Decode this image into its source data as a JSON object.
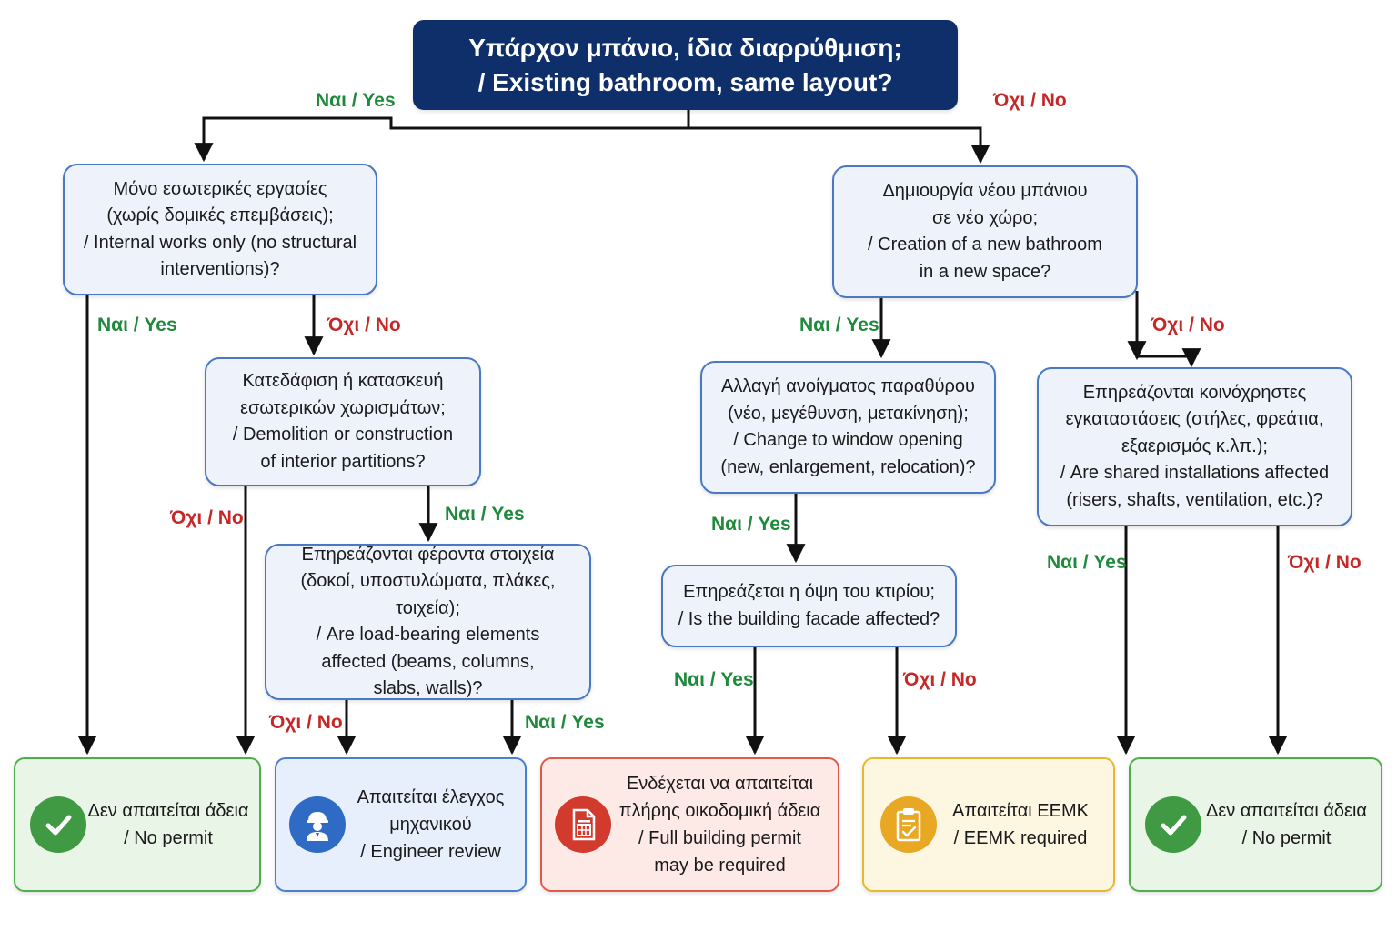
{
  "colors": {
    "top_box": "#0f2f6b",
    "question_border": "#4a78c2",
    "question_fill": "#eef3fb",
    "yes_label": "#1f8a3b",
    "no_label": "#c62828",
    "outcome_green": "#4fae4c",
    "outcome_blue": "#4a7fd0",
    "outcome_red": "#e05a4c",
    "outcome_yellow": "#e9b730"
  },
  "top_question": "Υπάρχον μπάνιο, ίδια διαρρύθμιση;\n/ Existing bathroom, same layout?",
  "questions": {
    "internal_works": "Μόνο εσωτερικές εργασίες\n(χωρίς δομικές επεμβάσεις);\n/ Internal works only (no structural\ninterventions)?",
    "partitions": "Κατεδάφιση ή κατασκευή\nεσωτερικών χωρισμάτων;\n/ Demolition or construction\nof interior partitions?",
    "load_bearing": "Επηρεάζονται φέροντα στοιχεία\n(δοκοί, υποστυλώματα, πλάκες, τοιχεία);\n/ Are load-bearing elements\naffected (beams, columns,\nslabs, walls)?",
    "new_bathroom": "Δημιουργία νέου μπάνιου\nσε νέο χώρο;\n/ Creation of a new bathroom\nin a new space?",
    "window": "Αλλαγή ανοίγματος παραθύρου\n(νέο, μεγέθυνση, μετακίνηση);\n/ Change to window opening\n(new, enlargement, relocation)?",
    "facade": "Επηρεάζεται η όψη του κτιρίου;\n/ Is the building facade affected?",
    "shared": "Επηρεάζονται κοινόχρηστες\nεγκαταστάσεις (στήλες, φρεάτια,\nεξαερισμός κ.λπ.);\n/ Are shared installations affected\n(risers, shafts, ventilation, etc.)?"
  },
  "labels": {
    "yes": "Ναι / Yes",
    "no": "Όχι / No"
  },
  "outcomes": [
    {
      "text": "Δεν απαιτείται άδεια\n/ No permit",
      "icon": "check-icon",
      "color": "green"
    },
    {
      "text": "Απαιτείται έλεγχος\nμηχανικού\n/ Engineer review",
      "icon": "engineer-icon",
      "color": "blue"
    },
    {
      "text": "Ενδέχεται να απαιτείται\nπλήρης οικοδομική άδεια\n/ Full building permit\nmay be required",
      "icon": "document-icon",
      "color": "red"
    },
    {
      "text": "Απαιτείται ΕΕΜΚ\n/ ΕΕΜΚ required",
      "icon": "clipboard-icon",
      "color": "yellow"
    },
    {
      "text": "Δεν απαιτείται άδεια\n/ No permit",
      "icon": "check-icon",
      "color": "green"
    }
  ]
}
